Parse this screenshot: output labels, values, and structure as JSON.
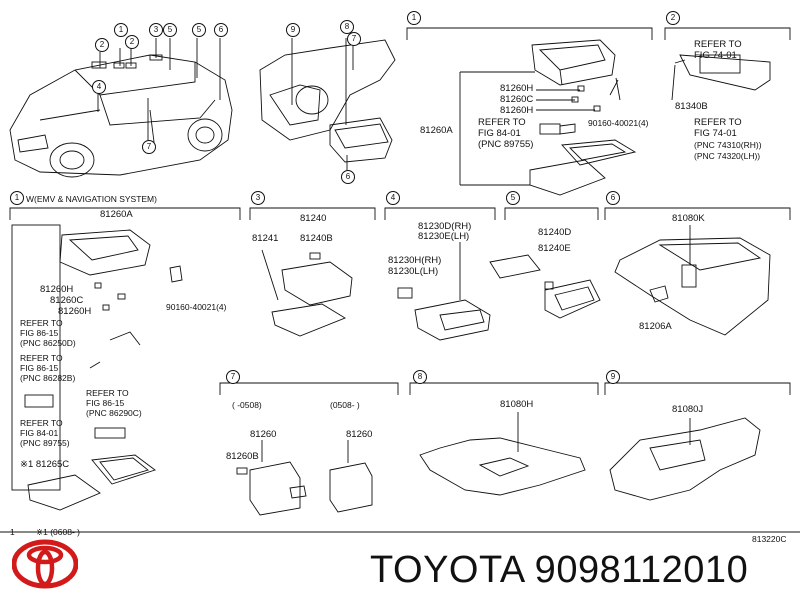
{
  "callouts": [
    "1",
    "2",
    "3",
    "4",
    "5",
    "6",
    "7",
    "8",
    "9"
  ],
  "sec1": {
    "p81260H_a": "81260H",
    "p81260C": "81260C",
    "p81260H_b": "81260H",
    "refer": "REFER TO",
    "fig": "FIG 84-01",
    "pnc": "(PNC 89755)",
    "p81260A": "81260A",
    "p90160": "90160-40021(4)"
  },
  "sec2": {
    "refer": "REFER TO",
    "fig": "FIG 74-01",
    "pnc1": "(PNC 74310(RH))",
    "pnc2": "(PNC 74320(LH))",
    "part": "81340B"
  },
  "sec1b": {
    "title": "W(EMV & NAVIGATION SYSTEM)",
    "part": "81260A",
    "p81260H_a": "81260H",
    "p81260C": "81260C",
    "p81260H_b": "81260H",
    "p90160": "90160-40021(4)",
    "refer": "REFER TO",
    "fig86": "FIG 86-15",
    "fig84": "FIG 84-01",
    "pnc1": "(PNC 86250D)",
    "pnc2": "(PNC 86282B)",
    "pnc3": "(PNC 86290C)",
    "pnc4": "(PNC 89755)",
    "note": "※1  81265C"
  },
  "sec3": {
    "p81240": "81240",
    "p81241": "81241",
    "p81240B": "81240B"
  },
  "sec4": {
    "p81230D": "81230D(RH)",
    "p81230E": "81230E(LH)",
    "p81230H": "81230H(RH)",
    "p81230L": "81230L(LH)"
  },
  "sec5": {
    "p81240D": "81240D",
    "p81240E": "81240E"
  },
  "sec6": {
    "p81080K": "81080K",
    "p81206A": "81206A"
  },
  "sec7": {
    "range1": "(      -0508)",
    "range2": "(0508-      )",
    "p81260_a": "81260",
    "p81260_b": "81260",
    "p81260B": "81260B"
  },
  "sec8": {
    "p81080H": "81080H"
  },
  "sec9": {
    "p81080J": "81080J"
  },
  "footer": {
    "index": "1",
    "note": "※1  (0608-        )",
    "code": "813220C",
    "brand": "TOYOTA 9098112010"
  }
}
